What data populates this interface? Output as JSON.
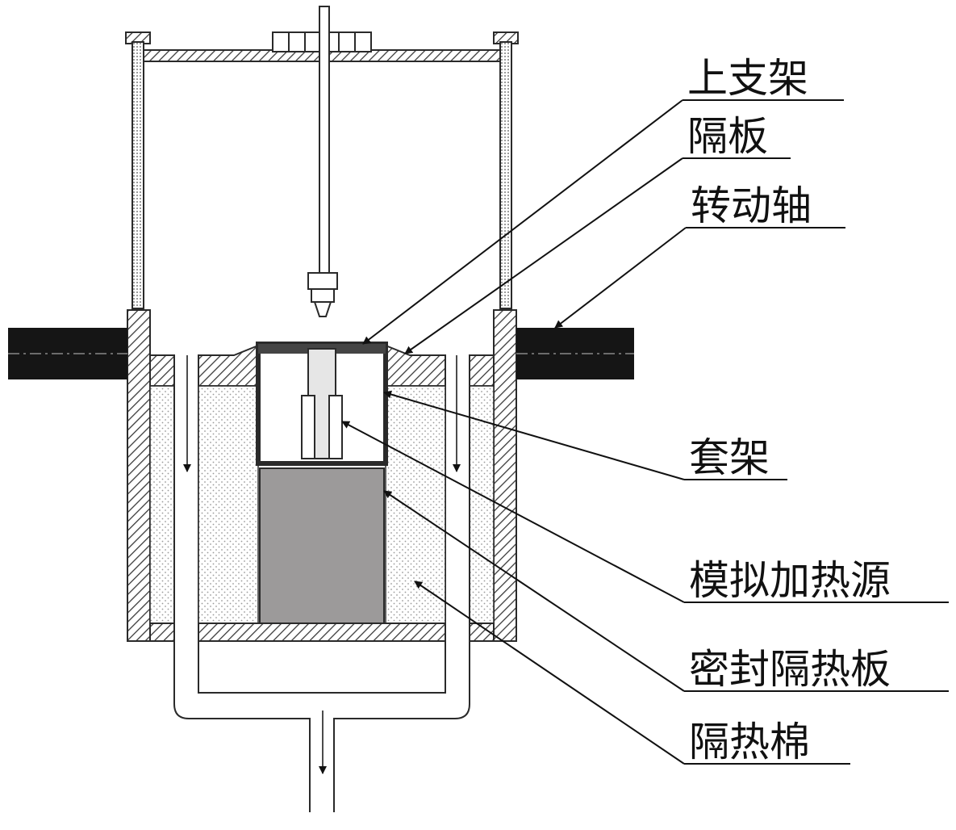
{
  "labels": {
    "upper_bracket": "上支架",
    "partition": "隔板",
    "rotating_shaft": "转动轴",
    "sleeve_frame": "套架",
    "simulated_heat_source": "模拟加热源",
    "sealed_insulation_plate": "密封隔热板",
    "insulation_cotton": "隔热棉"
  },
  "colors": {
    "outline": "#2a2a2a",
    "shaft": "#151515",
    "heater_block": "#9c9a9a",
    "hatch": "#3a3a3a",
    "insulation_dots": "#9a9a9a"
  }
}
